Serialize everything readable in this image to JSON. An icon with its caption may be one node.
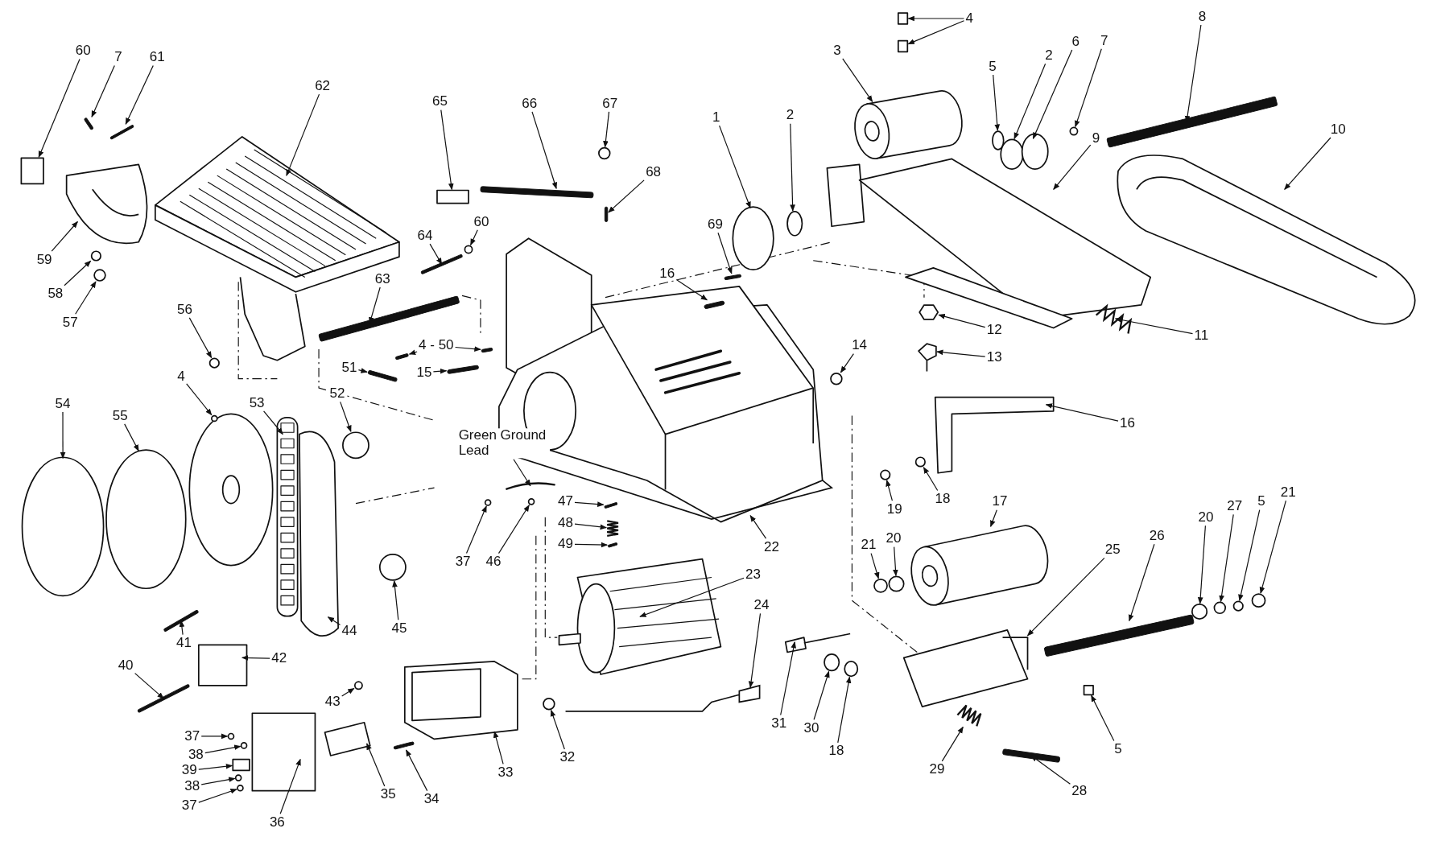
{
  "diagram": {
    "nodes": [
      {
        "text": [
          "60"
        ]
      },
      {
        "text": [
          "7"
        ]
      },
      {
        "text": [
          "61"
        ]
      },
      {
        "text": [
          "62"
        ]
      },
      {
        "text": [
          "65"
        ]
      },
      {
        "text": [
          "66"
        ]
      },
      {
        "text": [
          "67"
        ]
      },
      {
        "text": [
          "1"
        ]
      },
      {
        "text": [
          "2"
        ]
      },
      {
        "text": [
          "3"
        ]
      },
      {
        "text": [
          "4"
        ]
      },
      {
        "text": [
          "5"
        ]
      },
      {
        "text": [
          "2"
        ]
      },
      {
        "text": [
          "6"
        ]
      },
      {
        "text": [
          "7"
        ]
      },
      {
        "text": [
          "8"
        ]
      },
      {
        "text": [
          "10"
        ]
      },
      {
        "text": [
          "9"
        ]
      },
      {
        "text": [
          "68"
        ]
      },
      {
        "text": [
          "69"
        ]
      },
      {
        "text": [
          "64"
        ]
      },
      {
        "text": [
          "60"
        ]
      },
      {
        "text": [
          "59"
        ]
      },
      {
        "text": [
          "58"
        ]
      },
      {
        "text": [
          "57"
        ]
      },
      {
        "text": [
          "63"
        ]
      },
      {
        "text": [
          "56"
        ]
      },
      {
        "text": [
          "4 - 50"
        ]
      },
      {
        "text": [
          "16"
        ]
      },
      {
        "text": [
          "14"
        ]
      },
      {
        "text": [
          "12"
        ]
      },
      {
        "text": [
          "13"
        ]
      },
      {
        "text": [
          "11"
        ]
      },
      {
        "text": [
          "51"
        ]
      },
      {
        "text": [
          "15"
        ]
      },
      {
        "text": [
          "4"
        ]
      },
      {
        "text": [
          "54"
        ]
      },
      {
        "text": [
          "55"
        ]
      },
      {
        "text": [
          "52"
        ]
      },
      {
        "text": [
          "53"
        ]
      },
      {
        "text": [
          "Green Ground Lead"
        ]
      },
      {
        "text": [
          "16"
        ]
      },
      {
        "text": [
          "19"
        ]
      },
      {
        "text": [
          "18"
        ]
      },
      {
        "text": [
          "17"
        ]
      },
      {
        "text": [
          "47"
        ]
      },
      {
        "text": [
          "48"
        ]
      },
      {
        "text": [
          "49"
        ]
      },
      {
        "text": [
          "37"
        ]
      },
      {
        "text": [
          "46"
        ]
      },
      {
        "text": [
          "22"
        ]
      },
      {
        "text": [
          "21"
        ]
      },
      {
        "text": [
          "20"
        ]
      },
      {
        "text": [
          "25"
        ]
      },
      {
        "text": [
          "26"
        ]
      },
      {
        "text": [
          "20"
        ]
      },
      {
        "text": [
          "27"
        ]
      },
      {
        "text": [
          "5"
        ]
      },
      {
        "text": [
          "21"
        ]
      },
      {
        "text": [
          "23"
        ]
      },
      {
        "text": [
          "24"
        ]
      },
      {
        "text": [
          "45"
        ]
      },
      {
        "text": [
          "44"
        ]
      },
      {
        "text": [
          "41"
        ]
      },
      {
        "text": [
          "42"
        ]
      },
      {
        "text": [
          "40"
        ]
      },
      {
        "text": [
          "43"
        ]
      },
      {
        "text": [
          "31"
        ]
      },
      {
        "text": [
          "30"
        ]
      },
      {
        "text": [
          "18"
        ]
      },
      {
        "text": [
          "29"
        ]
      },
      {
        "text": [
          "5"
        ]
      },
      {
        "text": [
          "37"
        ]
      },
      {
        "text": [
          "38"
        ]
      },
      {
        "text": [
          "39"
        ]
      },
      {
        "text": [
          "38"
        ]
      },
      {
        "text": [
          "37"
        ]
      },
      {
        "text": [
          "33"
        ]
      },
      {
        "text": [
          "32"
        ]
      },
      {
        "text": [
          "35"
        ]
      },
      {
        "text": [
          "34"
        ]
      },
      {
        "text": [
          "36"
        ]
      },
      {
        "text": [
          "28"
        ]
      },
      {
        "text": [],
        "shape": "box"
      },
      {
        "text": [],
        "shape": "bar"
      },
      {
        "text": [],
        "shape": "bar"
      },
      {
        "text": [],
        "shape": "picture"
      },
      {
        "text": [],
        "shape": "box"
      },
      {
        "text": [],
        "shape": "bar"
      },
      {
        "text": [],
        "shape": "circle"
      },
      {
        "text": [],
        "shape": "circle"
      },
      {
        "text": [],
        "shape": "circle"
      },
      {
        "text": [],
        "shape": "cylinder"
      },
      {
        "text": [],
        "shape": "box"
      },
      {
        "text": [],
        "shape": "box"
      },
      {
        "text": [],
        "shape": "circle"
      },
      {
        "text": [],
        "shape": "circle"
      },
      {
        "text": [],
        "shape": "circle"
      },
      {
        "text": [],
        "shape": "circle"
      },
      {
        "text": [],
        "shape": "bar"
      },
      {
        "text": [],
        "shape": "picture"
      },
      {
        "text": [],
        "shape": "picture"
      },
      {
        "text": [],
        "shape": "bar"
      },
      {
        "text": [],
        "shape": "bar"
      },
      {
        "text": [],
        "shape": "bar"
      },
      {
        "text": [],
        "shape": "circle"
      },
      {
        "text": [],
        "shape": "picture"
      },
      {
        "text": [],
        "shape": "circle"
      },
      {
        "text": [],
        "shape": "circle"
      },
      {
        "text": [],
        "shape": "bar"
      },
      {
        "text": [],
        "shape": "circle"
      },
      {
        "text": [],
        "shape": "bar"
      },
      {
        "text": [],
        "shape": "bar"
      },
      {
        "text": [],
        "shape": "bar"
      },
      {
        "text": [],
        "shape": "circle"
      },
      {
        "text": [],
        "shape": "hexagon"
      },
      {
        "text": [],
        "shape": "picture"
      },
      {
        "text": [],
        "shape": "spring"
      },
      {
        "text": [],
        "shape": "bar"
      },
      {
        "text": [],
        "shape": "bar"
      },
      {
        "text": [],
        "shape": "circle"
      },
      {
        "text": [],
        "shape": "circle"
      },
      {
        "text": [],
        "shape": "circle"
      },
      {
        "text": [],
        "shape": "circle"
      },
      {
        "text": [],
        "shape": "picture"
      },
      {
        "text": [],
        "shape": "line"
      },
      {
        "text": [],
        "shape": "picture"
      },
      {
        "text": [],
        "shape": "circle"
      },
      {
        "text": [],
        "shape": "circle"
      },
      {
        "text": [],
        "shape": "cylinder"
      },
      {
        "text": [],
        "shape": "bar"
      },
      {
        "text": [],
        "shape": "spring"
      },
      {
        "text": [],
        "shape": "bar"
      },
      {
        "text": [],
        "shape": "circle"
      },
      {
        "text": [],
        "shape": "circle"
      },
      {
        "text": [],
        "shape": "picture"
      },
      {
        "text": [],
        "shape": "circle"
      },
      {
        "text": [],
        "shape": "circle"
      },
      {
        "text": [],
        "shape": "picture"
      },
      {
        "text": [],
        "shape": "bar"
      },
      {
        "text": [],
        "shape": "circle"
      },
      {
        "text": [],
        "shape": "circle"
      },
      {
        "text": [],
        "shape": "circle"
      },
      {
        "text": [],
        "shape": "circle"
      },
      {
        "text": [],
        "shape": "picture"
      },
      {
        "text": [],
        "shape": "picture"
      },
      {
        "text": [],
        "shape": "circle"
      },
      {
        "text": [],
        "shape": "picture"
      },
      {
        "text": [],
        "shape": "bar"
      },
      {
        "text": [],
        "shape": "box"
      },
      {
        "text": [],
        "shape": "bar"
      },
      {
        "text": [],
        "shape": "circle"
      },
      {
        "text": [],
        "shape": "picture"
      },
      {
        "text": [],
        "shape": "circle"
      },
      {
        "text": [],
        "shape": "circle"
      },
      {
        "text": [],
        "shape": "spring"
      },
      {
        "text": [],
        "shape": "box"
      },
      {
        "text": [],
        "shape": "circle"
      },
      {
        "text": [],
        "shape": "circle"
      },
      {
        "text": [],
        "shape": "box"
      },
      {
        "text": [],
        "shape": "circle"
      },
      {
        "text": [],
        "shape": "circle"
      },
      {
        "text": [],
        "shape": "picture"
      },
      {
        "text": [],
        "shape": "circle"
      },
      {
        "text": [],
        "shape": "box"
      },
      {
        "text": [],
        "shape": "bar"
      },
      {
        "text": [],
        "shape": "box"
      },
      {
        "text": [],
        "shape": "bar"
      }
    ],
    "edges": [
      {
        "from": 0,
        "to": 83,
        "arrow": "to"
      },
      {
        "from": 1,
        "to": 84,
        "arrow": "to"
      },
      {
        "from": 2,
        "to": 85,
        "arrow": "to"
      },
      {
        "from": 3,
        "to": 86,
        "arrow": "to"
      },
      {
        "from": 4,
        "to": 87,
        "arrow": "to"
      },
      {
        "from": 5,
        "to": 88,
        "arrow": "to"
      },
      {
        "from": 6,
        "to": 89,
        "arrow": "to"
      },
      {
        "from": 7,
        "to": 90,
        "arrow": "to"
      },
      {
        "from": 8,
        "to": 91,
        "arrow": "to"
      },
      {
        "from": 9,
        "to": 92,
        "arrow": "to"
      },
      {
        "from": 10,
        "to": 93,
        "arrow": "to"
      },
      {
        "from": 10,
        "to": 94,
        "arrow": "to"
      },
      {
        "from": 11,
        "to": 95,
        "arrow": "to"
      },
      {
        "from": 12,
        "to": 96,
        "arrow": "to"
      },
      {
        "from": 13,
        "to": 97,
        "arrow": "to"
      },
      {
        "from": 14,
        "to": 98,
        "arrow": "to"
      },
      {
        "from": 15,
        "to": 99,
        "arrow": "to"
      },
      {
        "from": 16,
        "to": 100,
        "arrow": "to"
      },
      {
        "from": 17,
        "to": 101,
        "arrow": "to"
      },
      {
        "from": 18,
        "to": 102,
        "arrow": "to"
      },
      {
        "from": 19,
        "to": 103,
        "arrow": "to"
      },
      {
        "from": 20,
        "to": 104,
        "arrow": "to"
      },
      {
        "from": 21,
        "to": 105,
        "arrow": "to"
      },
      {
        "from": 22,
        "to": 106,
        "arrow": "to"
      },
      {
        "from": 23,
        "to": 107,
        "arrow": "to"
      },
      {
        "from": 24,
        "to": 108,
        "arrow": "to"
      },
      {
        "from": 25,
        "to": 109,
        "arrow": "to"
      },
      {
        "from": 26,
        "to": 110,
        "arrow": "to"
      },
      {
        "from": 27,
        "to": 111,
        "arrow": "to"
      },
      {
        "from": 27,
        "to": 112,
        "arrow": "to"
      },
      {
        "from": 28,
        "to": 113,
        "arrow": "to"
      },
      {
        "from": 29,
        "to": 114,
        "arrow": "to"
      },
      {
        "from": 30,
        "to": 115,
        "arrow": "to"
      },
      {
        "from": 31,
        "to": 116,
        "arrow": "to"
      },
      {
        "from": 32,
        "to": 117,
        "arrow": "to"
      },
      {
        "from": 33,
        "to": 118,
        "arrow": "to"
      },
      {
        "from": 34,
        "to": 119,
        "arrow": "to"
      },
      {
        "from": 35,
        "to": 120,
        "arrow": "to"
      },
      {
        "from": 36,
        "to": 121,
        "arrow": "to"
      },
      {
        "from": 37,
        "to": 122,
        "arrow": "to"
      },
      {
        "from": 38,
        "to": 123,
        "arrow": "to"
      },
      {
        "from": 39,
        "to": 124,
        "arrow": "to"
      },
      {
        "from": 40,
        "to": 125,
        "arrow": "to"
      },
      {
        "from": 41,
        "to": 126,
        "arrow": "to"
      },
      {
        "from": 42,
        "to": 127,
        "arrow": "to"
      },
      {
        "from": 43,
        "to": 128,
        "arrow": "to"
      },
      {
        "from": 44,
        "to": 129,
        "arrow": "to"
      },
      {
        "from": 45,
        "to": 130,
        "arrow": "to"
      },
      {
        "from": 46,
        "to": 131,
        "arrow": "to"
      },
      {
        "from": 47,
        "to": 132,
        "arrow": "to"
      },
      {
        "from": 48,
        "to": 133,
        "arrow": "to"
      },
      {
        "from": 49,
        "to": 134,
        "arrow": "to"
      },
      {
        "from": 50,
        "to": 135,
        "arrow": "to"
      },
      {
        "from": 51,
        "to": 136,
        "arrow": "to"
      },
      {
        "from": 52,
        "to": 137,
        "arrow": "to"
      },
      {
        "from": 53,
        "to": 138,
        "arrow": "to"
      },
      {
        "from": 54,
        "to": 139,
        "arrow": "to"
      },
      {
        "from": 55,
        "to": 140,
        "arrow": "to"
      },
      {
        "from": 56,
        "to": 141,
        "arrow": "to"
      },
      {
        "from": 57,
        "to": 142,
        "arrow": "to"
      },
      {
        "from": 58,
        "to": 143,
        "arrow": "to"
      },
      {
        "from": 59,
        "to": 144,
        "arrow": "to"
      },
      {
        "from": 60,
        "to": 145,
        "arrow": "to"
      },
      {
        "from": 61,
        "to": 146,
        "arrow": "to"
      },
      {
        "from": 62,
        "to": 147,
        "arrow": "to"
      },
      {
        "from": 63,
        "to": 148,
        "arrow": "to"
      },
      {
        "from": 64,
        "to": 149,
        "arrow": "to"
      },
      {
        "from": 65,
        "to": 150,
        "arrow": "to"
      },
      {
        "from": 66,
        "to": 151,
        "arrow": "to"
      },
      {
        "from": 67,
        "to": 152,
        "arrow": "to"
      },
      {
        "from": 68,
        "to": 153,
        "arrow": "to"
      },
      {
        "from": 69,
        "to": 154,
        "arrow": "to"
      },
      {
        "from": 70,
        "to": 155,
        "arrow": "to"
      },
      {
        "from": 71,
        "to": 156,
        "arrow": "to"
      },
      {
        "from": 72,
        "to": 157,
        "arrow": "to"
      },
      {
        "from": 73,
        "to": 158,
        "arrow": "to"
      },
      {
        "from": 74,
        "to": 159,
        "arrow": "to"
      },
      {
        "from": 75,
        "to": 160,
        "arrow": "to"
      },
      {
        "from": 76,
        "to": 161,
        "arrow": "to"
      },
      {
        "from": 77,
        "to": 162,
        "arrow": "to"
      },
      {
        "from": 78,
        "to": 163,
        "arrow": "to"
      },
      {
        "from": 79,
        "to": 164,
        "arrow": "to"
      },
      {
        "from": 80,
        "to": 165,
        "arrow": "to"
      },
      {
        "from": 81,
        "to": 166,
        "arrow": "to"
      },
      {
        "from": 82,
        "to": 167,
        "arrow": "to"
      }
    ]
  }
}
